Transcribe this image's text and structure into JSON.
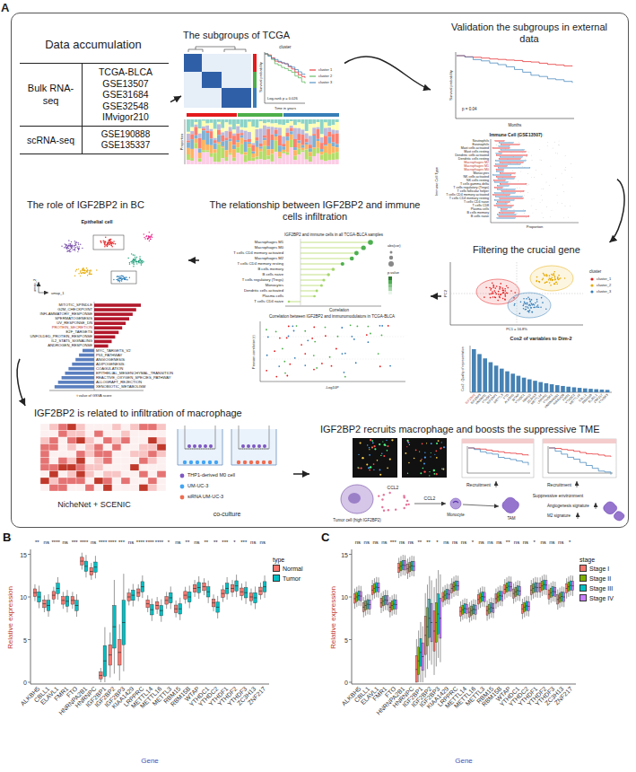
{
  "diagram": {
    "nodes": [
      {
        "text": [
          "A"
        ]
      },
      {
        "text": [
          "Data accumulation"
        ],
        "in": 0
      },
      {
        "text": [
          "Bulk RNA-seq"
        ],
        "in": 1
      },
      {
        "text": [
          "TCGA-BLCA GSE13507 GSE31684 GSE32548 IMvigor210"
        ],
        "in": 1
      },
      {
        "text": [
          "scRNA-seq"
        ],
        "in": 1
      },
      {
        "text": [
          "GSE190888 GSE135337"
        ],
        "in": 1
      },
      {
        "text": [
          "The subgroups of TCGA"
        ],
        "in": 0
      },
      {
        "text": [
          "Validation the subgroups in external data"
        ],
        "in": 0
      },
      {
        "text": [
          "Filtering the crucial gene"
        ],
        "in": 0
      },
      {
        "text": [
          "The relationship between IGF2BP2 and immune cells infiltration"
        ],
        "in": 0
      },
      {
        "text": [
          "The role of IGF2BP2 in BC"
        ],
        "in": 0
      },
      {
        "text": [
          "IGF2BP2 is related to infiltration of macrophage"
        ],
        "in": 0
      },
      {
        "text": [
          "IGF2BP2 recruits macrophage and boosts the suppressive TME"
        ],
        "in": 0
      }
    ],
    "edges": [
      {
        "from": 1,
        "to": 6,
        "arrow": "to"
      },
      {
        "from": 6,
        "to": 7,
        "arrow": "to"
      },
      {
        "from": 7,
        "to": 8,
        "arrow": "to"
      },
      {
        "from": 8,
        "to": 9,
        "arrow": "to"
      },
      {
        "from": 9,
        "to": 10,
        "arrow": "to"
      },
      {
        "from": 10,
        "to": 11,
        "arrow": "to"
      },
      {
        "from": 11,
        "to": 12,
        "arrow": "to"
      }
    ],
    "labels": [
      "cluster",
      "Survival probability",
      "Log-rank p = 0.026",
      "Time in years",
      "cluster 1",
      "cluster 2",
      "cluster 3",
      "Proportion",
      "Survival probability",
      "Months",
      "p = 0.04",
      "Immune Cell (GSE13507)",
      "Immune Cell Type",
      "Neutrophils",
      "Eosinophils",
      "Mast cells activated",
      "Mast cells resting",
      "Dendritic cells activated",
      "Dendritic cells resting",
      "Macrophages M2",
      "Macrophages M1",
      "Macrophages M0",
      "Monocytes",
      "NK cells activated",
      "NK cells resting",
      "T cells gamma delta",
      "T cells regulatory (Tregs)",
      "T cells follicular helper",
      "T cells CD4 memory activated",
      "T cells CD4 memory resting",
      "T cells CD4 naive",
      "T cells CD8",
      "Plasma cells",
      "B cells memory",
      "B cells naive",
      "Proportion",
      "cluster",
      "PC2",
      "PC1 = 16.8%",
      "cluster_1",
      "cluster_2",
      "cluster_3",
      "Cos2 of variables to Dim-2",
      "Cos2 - Quality of representation",
      "IGF2BP2",
      "IGF2BP3",
      "HNRNPC",
      "YTHDF1",
      "IGF2BP1",
      "METTL3",
      "FTO",
      "ALKBH5",
      "WTAP",
      "YTHDC1",
      "RBM15",
      "ZC3H13",
      "METTL14",
      "LRPPRC",
      "YTHDF2",
      "HNRNPA2B1",
      "KIAA1429",
      "FMR1",
      "YTHDC2",
      "METTL16",
      "CBLL1",
      "RBM15B",
      "ELAVL1",
      "ZNF217",
      "YTHDF3",
      "IGF2BP2 and immune cells in all TCGA-BLCA samples",
      "Macrophages M1",
      "Macrophages M0",
      "T cells CD4 memory activated",
      "Macrophages M2",
      "T cells CD4 memory resting",
      "B cells memory",
      "B cells naive",
      "T cells regulatory (Tregs)",
      "Monocytes",
      "Dendritic cells activated",
      "Plasma cells",
      "T cells CD4 naive",
      "Correlation",
      "abs(cor)",
      "p.value",
      "Correlation between IGF2BP2 and immunomodulators in TCGA-BLCA",
      "Pearson correlation (r)",
      "-Log10P",
      "Epithelial cell",
      "umap_2",
      "umap_1",
      "MITOTIC_SPINDLE",
      "G2M_CHECKPOINT",
      "INFLAMMATORY_RESPONSE",
      "SPERMATOGENESIS",
      "UV_RESPONSE_DN",
      "PROTEIN_SECRETION",
      "E2F_TARGETS",
      "UNFOLDED_PROTEIN_RESPONSE",
      "IL2_STAT5_SIGNALING",
      "ANDROGEN_RESPONSE",
      "MYC_TARGETS_V2",
      "P53_PATHWAY",
      "ANGIOGENESIS",
      "ADIPOGENESIS",
      "COAGULATION",
      "EPITHELIAL_MESENCHYMAL_TRANSITION",
      "REACTIVE_OXYGEN_SPECIES_PATHWAY",
      "ALLOGRAFT_REJECTION",
      "XENOBIOTIC_METABOLISM",
      "t value of GSVA score",
      "NicheNet + SCENIC",
      "THP1-derived M0 cell",
      "UM-UC-3",
      "siRNA UM-UC-3",
      "co-culture",
      "Tumor cell (high IGF2BP2)",
      "CCL2",
      "CCL2",
      "Recruitment",
      "Recruitment",
      "Monocyte",
      "TAM",
      "Suppressive environment",
      "Angiogenesis signature",
      "M2 signature",
      "B",
      "Relative expression",
      "0",
      "5",
      "10",
      "15",
      "**",
      "ns",
      "****",
      "ns",
      "***",
      "****",
      "ns",
      "****",
      "****",
      "***",
      "ns",
      "****",
      "****",
      "****",
      "*",
      "ns",
      "**",
      "ns",
      "**",
      "**",
      "***",
      "*",
      "***",
      "ns",
      "ns",
      "ALKBH5",
      "CBLL1",
      "ELAVL1",
      "FMR1",
      "FTO",
      "HNRNPA2B1",
      "HNRNPC",
      "IGF2BP1",
      "IGF2BP2",
      "IGF2BP3",
      "KIAA1429",
      "LRPPRC",
      "METTL14",
      "METTL16",
      "METTL3",
      "RBM15",
      "RBM15B",
      "WTAP",
      "YTHDC1",
      "YTHDC2",
      "YTHDF1",
      "YTHDF2",
      "YTHDF3",
      "ZC3H13",
      "ZNF217",
      "Gene",
      "type",
      "C",
      "Relative expression",
      "0",
      "5",
      "10",
      "15",
      "ns",
      "ns",
      "ns",
      "ns",
      "***",
      "ns",
      "ns",
      "**",
      "**",
      "*",
      "ns",
      "ns",
      "ns",
      "*",
      "ns",
      "ns",
      "ns",
      "**",
      "ns",
      "ns",
      "*",
      "ns",
      "ns",
      "ns",
      "*",
      "ALKBH5",
      "CBLL1",
      "ELAVL1",
      "FMR1",
      "FTO",
      "HNRNPA2B1",
      "HNRNPC",
      "IGF2BP1",
      "IGF2BP2",
      "IGF2BP3",
      "KIAA1429",
      "LRPPRC",
      "METTL14",
      "METTL16",
      "METTL3",
      "RBM15",
      "RBM15B",
      "WTAP",
      "YTHDC1",
      "YTHDC2",
      "YTHDF1",
      "YTHDF2",
      "YTHDF3",
      "ZC3H13",
      "ZNF217",
      "Gene",
      "stage"
    ],
    "legend": [
      {
        "text": "Normal",
        "color": "#f8766d"
      },
      {
        "text": "Tumor",
        "color": "#00bfc4"
      },
      {
        "text": "Stage I",
        "color": "#f8766d"
      },
      {
        "text": "Stage II",
        "color": "#7cae00"
      },
      {
        "text": "Stage III",
        "color": "#00bfc4"
      },
      {
        "text": "Stage IV",
        "color": "#c77cff"
      }
    ]
  }
}
